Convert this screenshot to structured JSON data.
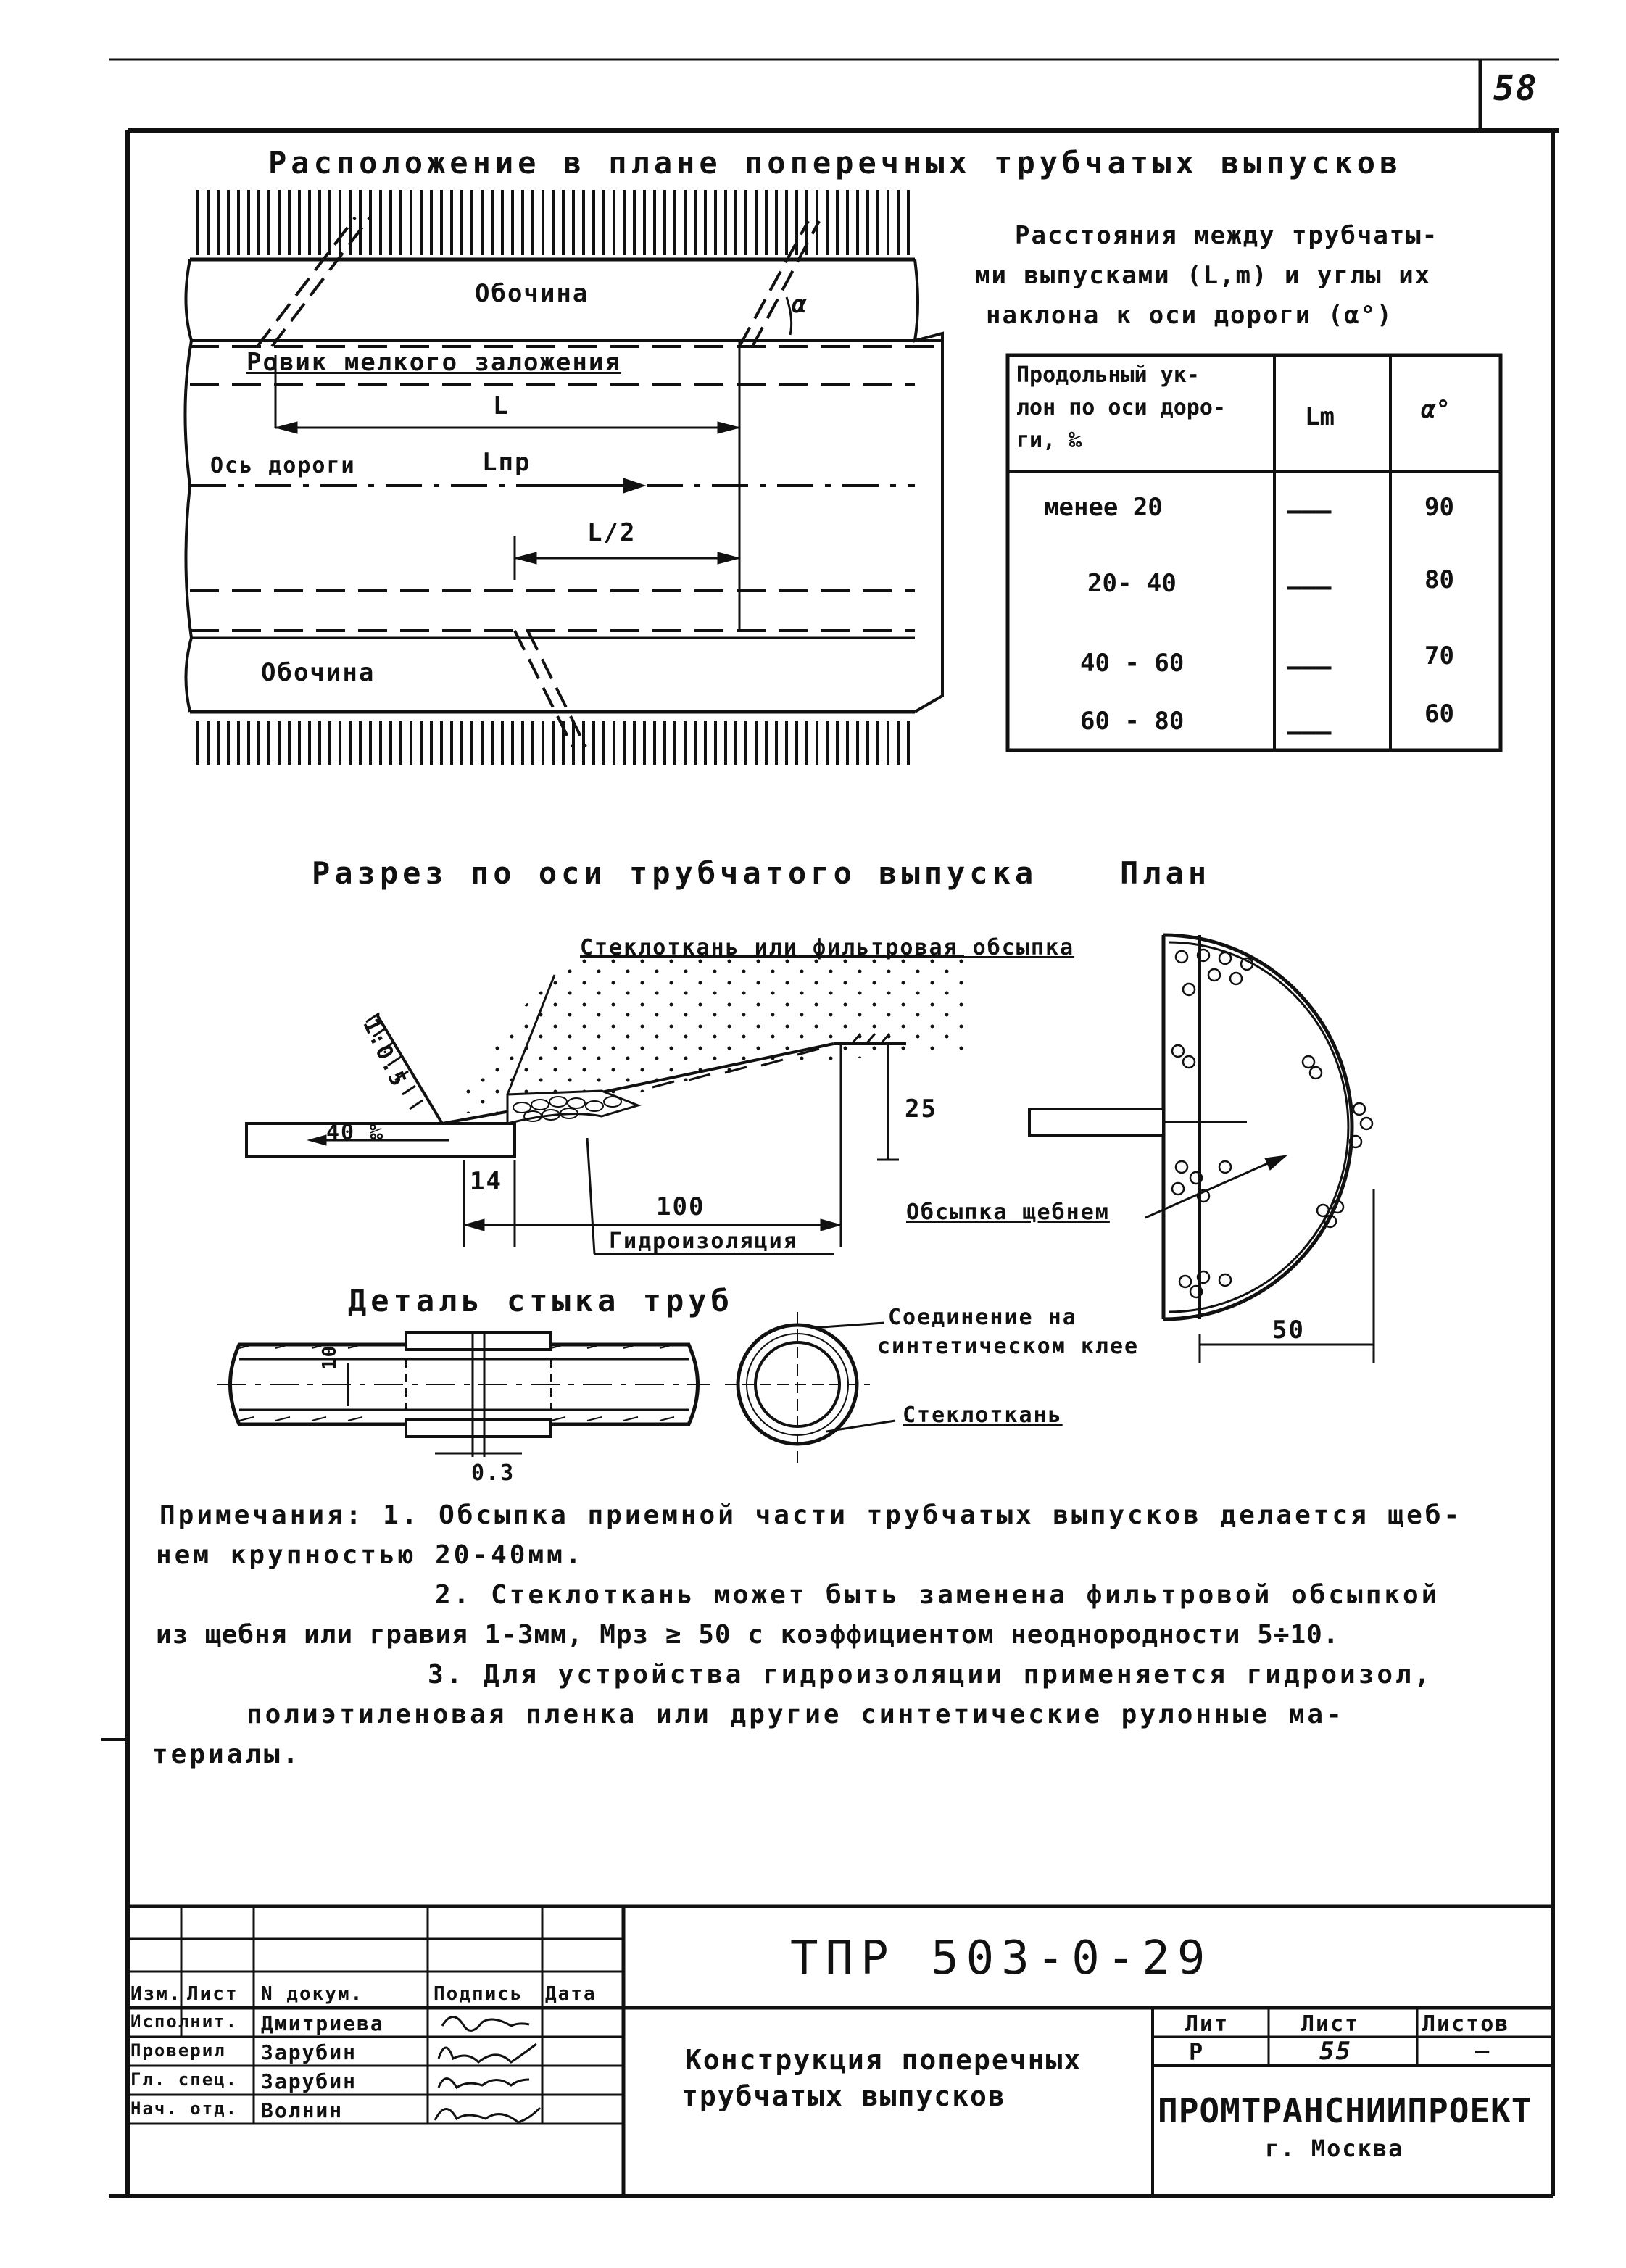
{
  "sheet_number": "58",
  "plan": {
    "title": "Расположение в плане поперечных трубчатых выпусков",
    "label_shoulder_top": "Обочина",
    "label_ditch": "Ровик мелкого заложения",
    "label_L": "L",
    "label_axis": "Ось дороги",
    "label_Lpr": "Lпр",
    "label_half": "L/2",
    "label_shoulder_bottom": "Обочина",
    "label_alpha": "α"
  },
  "table": {
    "title_line1": "Расстояния между трубчаты-",
    "title_line2": "ми выпусками (L,m) и углы их",
    "title_line3": "наклона к оси дороги (α°)",
    "col1_line1": "Продольный ук-",
    "col1_line2": "лон по оси доро-",
    "col1_line3": "ги, ‰",
    "col2": "Lm",
    "col3": "α°",
    "rows": [
      {
        "slope": "менее 20",
        "L": "———",
        "angle": "90"
      },
      {
        "slope": "20- 40",
        "L": "———",
        "angle": "80"
      },
      {
        "slope": "40 - 60",
        "L": "———",
        "angle": "70"
      },
      {
        "slope": "60 - 80",
        "L": "———",
        "angle": "60"
      }
    ]
  },
  "section": {
    "title": "Разрез по оси трубчатого выпуска",
    "label_glass": "Стеклоткань или фильтровая обсыпка",
    "label_slope": "1:0.5",
    "label_grade": "40 ‰",
    "label_25": "25",
    "label_14": "14",
    "label_100": "100",
    "label_hydro": "Гидроизоляция"
  },
  "plan_detail": {
    "title": "План",
    "label_gravel": "Обсыпка щебнем",
    "label_50": "50"
  },
  "joint": {
    "title": "Деталь стыка труб",
    "label_d": "10",
    "label_03": "0.3",
    "label_glue_line1": "Соединение на",
    "label_glue_line2": "синтетическом клее",
    "label_fabric": "Стеклоткань"
  },
  "notes": {
    "line1": "Примечания: 1. Обсыпка приемной части трубчатых выпусков делается щеб-",
    "line2": "нем крупностью 20-40мм.",
    "line3": "2. Стеклоткань может быть заменена фильтровой обсыпкой",
    "line4": "из щебня или гравия 1-3мм, Мрз ≥ 50 с коэффициентом неоднородности 5÷10.",
    "line5": "3. Для устройства гидроизоляции применяется гидроизол,",
    "line6": "полиэтиленовая пленка или другие синтетические рулонные ма-",
    "line7": "териалы."
  },
  "stamp": {
    "code": "ТПР 503-0-29",
    "headers": [
      "Изм.",
      "Лист",
      "N докум.",
      "Подпись",
      "Дата"
    ],
    "roles": [
      "Исполнит.",
      "Проверил",
      "Гл. спец.",
      "Нач. отд."
    ],
    "names": [
      "Дмитриева",
      "Зарубин",
      "Зарубин",
      "Волнин"
    ],
    "title_line1": "Конструкция поперечных",
    "title_line2": "трубчатых выпусков",
    "lit_header": "Лит",
    "sheet_header": "Лист",
    "sheets_header": "Листов",
    "lit_value": "Р",
    "sheet_value": "55",
    "sheets_value": "—",
    "org": "ПРОМТРАНСНИИПРОЕКТ",
    "city": "г. Москва"
  }
}
